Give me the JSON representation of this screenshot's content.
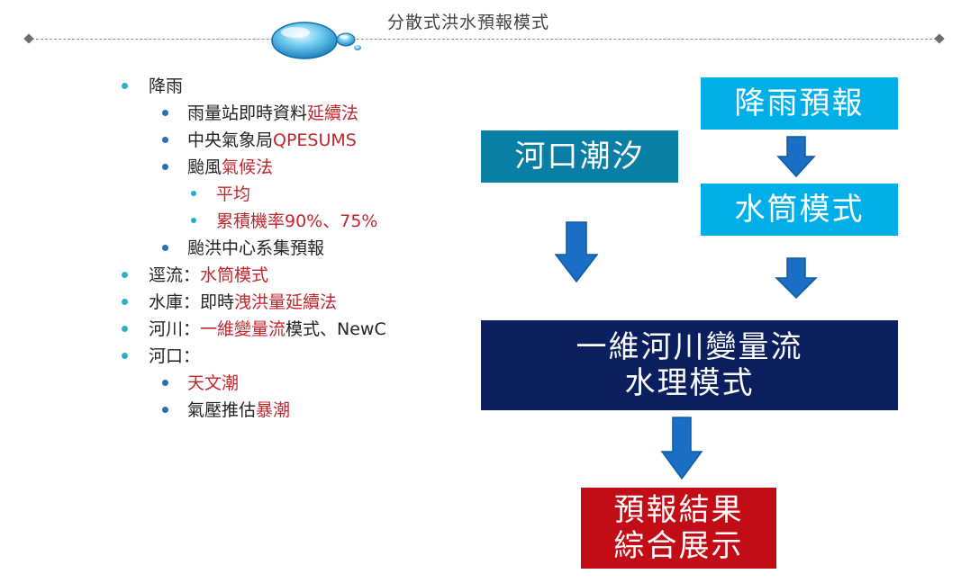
{
  "header": {
    "title": "分散式洪水預報模式"
  },
  "list": {
    "rain": "降雨",
    "rain_station_a": "雨量站即時資料",
    "rain_station_b": "延續法",
    "cwb_a": "中央氣象局",
    "cwb_b": "QPESUMS",
    "typhoon_a": "颱風",
    "typhoon_b": "氣候法",
    "average": "平均",
    "cumulative": "累積機率90%、75%",
    "typhoon_center": "颱洪中心系集預報",
    "runoff_a": "逕流：",
    "runoff_b": "水筒模式",
    "reservoir_a": "水庫：即時",
    "reservoir_b": "洩洪量延續法",
    "river_a": "河川：",
    "river_b": "一維變量流",
    "river_c": "模式、NewC",
    "estuary": "河口：",
    "astro_tide": "天文潮",
    "surge_a": "氣壓推估",
    "surge_b": "暴潮"
  },
  "diagram": {
    "rain_forecast": "降雨預報",
    "estuary_tide": "河口潮汐",
    "tank_model": "水筒模式",
    "river_model_line1": "一維河川變量流",
    "river_model_line2": "水理模式",
    "result_line1": "預報結果",
    "result_line2": "綜合展示"
  },
  "colors": {
    "rain_forecast": "#00aee8",
    "tank_model": "#00aee8",
    "estuary_tide": "#0a7fa6",
    "river_model": "#0b1f5f",
    "result": "#c30d16",
    "arrow": "#1a6fc4",
    "highlight_text": "#c0272d"
  }
}
